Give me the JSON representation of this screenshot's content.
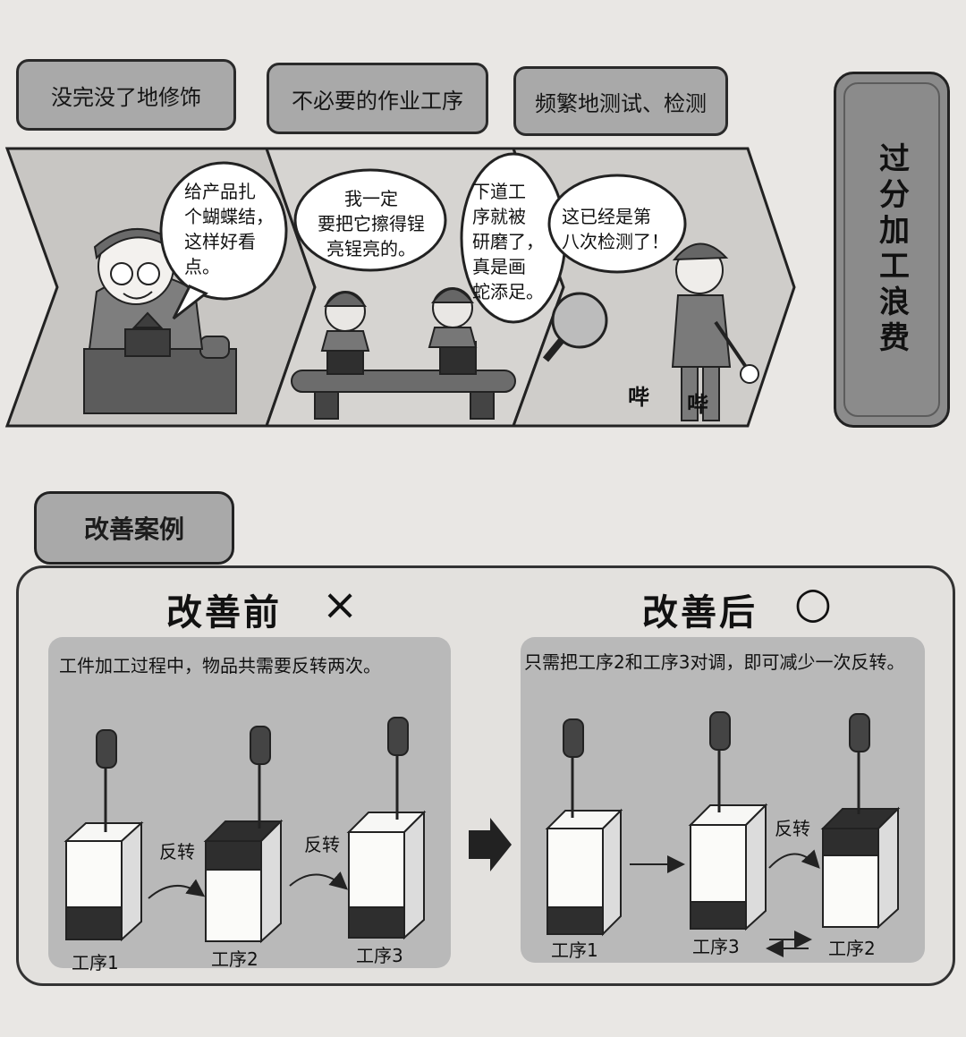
{
  "tags": [
    "没完没了地修饰",
    "不必要的作业工序",
    "频繁地测试、检测"
  ],
  "side_title": "过分加工浪费",
  "comic": {
    "bubble1": "给产品扎\n个蝴蝶结，\n这样好看\n点。",
    "bubble2": "我一定\n要把它擦得锃\n亮锃亮的。",
    "bubble3": "下道工\n序就被\n研磨了，\n真是画\n蛇添足。",
    "bubble4": "这已经是第\n八次检测了！",
    "sfx1": "哔",
    "sfx2": "哔"
  },
  "case_tag": "改善案例",
  "before": {
    "title": "改善前",
    "mark": "×",
    "description": "工件加工过程中，物品共需要反转两次。",
    "steps": [
      "工序1",
      "工序2",
      "工序3"
    ],
    "flip": "反转"
  },
  "after": {
    "title": "改善后",
    "mark": "○",
    "description": "只需把工序2和工序3对调，即可减少一次反转。",
    "steps": [
      "工序1",
      "工序3",
      "工序2"
    ],
    "flip": "反转"
  }
}
